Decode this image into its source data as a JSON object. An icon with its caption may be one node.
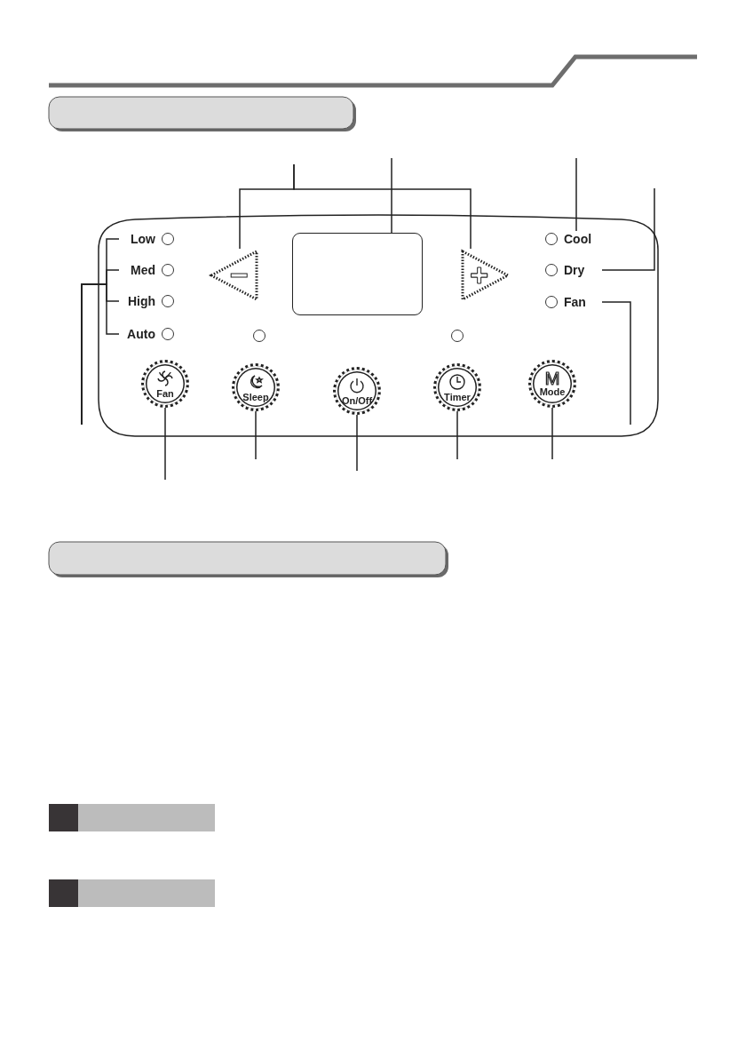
{
  "diagram": {
    "nodes": [
      {
        "text": [],
        "shape": "box"
      },
      {
        "text": [],
        "shape": "triangle",
        "in": 0
      },
      {
        "text": [],
        "shape": "box",
        "in": 0
      },
      {
        "text": [],
        "shape": "triangle",
        "in": 0
      },
      {
        "text": [],
        "shape": "circle",
        "in": 0,
        "beside": [
          "Low"
        ]
      },
      {
        "text": [],
        "shape": "circle",
        "in": 0,
        "beside": [
          "Med"
        ]
      },
      {
        "text": [],
        "shape": "circle",
        "in": 0,
        "beside": [
          "High"
        ]
      },
      {
        "text": [],
        "shape": "circle",
        "in": 0,
        "beside": [
          "Auto"
        ]
      },
      {
        "text": [],
        "shape": "circle",
        "in": 0,
        "beside": [
          "Cool"
        ]
      },
      {
        "text": [],
        "shape": "circle",
        "in": 0,
        "beside": [
          "Dry"
        ]
      },
      {
        "text": [],
        "shape": "circle",
        "in": 0,
        "beside": [
          "Fan"
        ]
      },
      {
        "text": [],
        "shape": "circle",
        "in": 0
      },
      {
        "text": [],
        "shape": "circle",
        "in": 0
      },
      {
        "text": [
          "Fan"
        ],
        "in": 0
      },
      {
        "text": [
          "Sleep"
        ],
        "in": 0
      },
      {
        "text": [
          "On/Off"
        ],
        "in": 0
      },
      {
        "text": [
          "Timer"
        ],
        "in": 0
      },
      {
        "text": [
          "M",
          "Mode"
        ],
        "in": 0
      }
    ],
    "edges": [
      {
        "from": null,
        "to": 1,
        "arrow": "none"
      },
      {
        "from": null,
        "to": 3,
        "arrow": "none"
      },
      {
        "from": null,
        "to": 2,
        "arrow": "none"
      },
      {
        "from": null,
        "to": 8,
        "arrow": "none"
      },
      {
        "from": null,
        "to": 9,
        "arrow": "none"
      },
      {
        "from": null,
        "to": 10,
        "arrow": "none"
      },
      {
        "from": null,
        "to": 4,
        "arrow": "none"
      },
      {
        "from": null,
        "to": 5,
        "arrow": "none"
      },
      {
        "from": null,
        "to": 6,
        "arrow": "none"
      },
      {
        "from": null,
        "to": 7,
        "arrow": "none"
      },
      {
        "from": null,
        "to": 13,
        "arrow": "none"
      },
      {
        "from": null,
        "to": 14,
        "arrow": "none"
      },
      {
        "from": null,
        "to": 15,
        "arrow": "none"
      },
      {
        "from": null,
        "to": 16,
        "arrow": "none"
      },
      {
        "from": null,
        "to": 17,
        "arrow": "none"
      }
    ]
  }
}
